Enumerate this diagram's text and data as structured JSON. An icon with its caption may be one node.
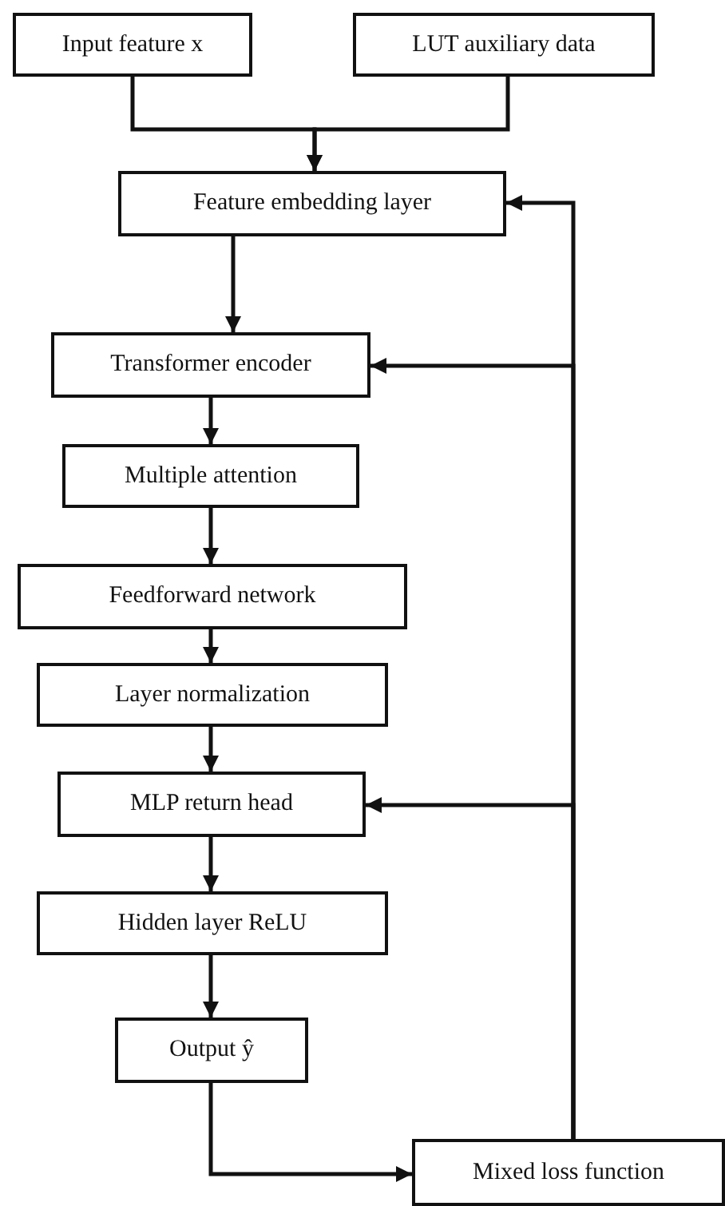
{
  "diagram": {
    "nodes": [
      {
        "text": [
          "Input feature x"
        ]
      },
      {
        "text": [
          "LUT auxiliary data"
        ]
      },
      {
        "text": [
          "Feature embedding layer"
        ]
      },
      {
        "text": [
          "Transformer encoder"
        ]
      },
      {
        "text": [
          "Multiple attention"
        ]
      },
      {
        "text": [
          "Feedforward network"
        ]
      },
      {
        "text": [
          "Layer normalization"
        ]
      },
      {
        "text": [
          "MLP return head"
        ]
      },
      {
        "text": [
          "Hidden layer ReLU"
        ]
      },
      {
        "text": [
          "Output ŷ"
        ]
      },
      {
        "text": [
          "Mixed loss function"
        ]
      }
    ],
    "edges": [
      {
        "from": 0,
        "to": 2,
        "arrow": "to"
      },
      {
        "from": 1,
        "to": 2,
        "arrow": "to"
      },
      {
        "from": 2,
        "to": 3,
        "arrow": "to"
      },
      {
        "from": 3,
        "to": 4,
        "arrow": "to"
      },
      {
        "from": 4,
        "to": 5,
        "arrow": "to"
      },
      {
        "from": 5,
        "to": 6,
        "arrow": "to"
      },
      {
        "from": 6,
        "to": 7,
        "arrow": "to"
      },
      {
        "from": 7,
        "to": 8,
        "arrow": "to"
      },
      {
        "from": 8,
        "to": 9,
        "arrow": "to"
      },
      {
        "from": 9,
        "to": 10,
        "arrow": "to"
      },
      {
        "from": 10,
        "to": 2,
        "arrow": "to"
      },
      {
        "from": 10,
        "to": 3,
        "arrow": "to"
      },
      {
        "from": 10,
        "to": 7,
        "arrow": "to"
      }
    ]
  }
}
